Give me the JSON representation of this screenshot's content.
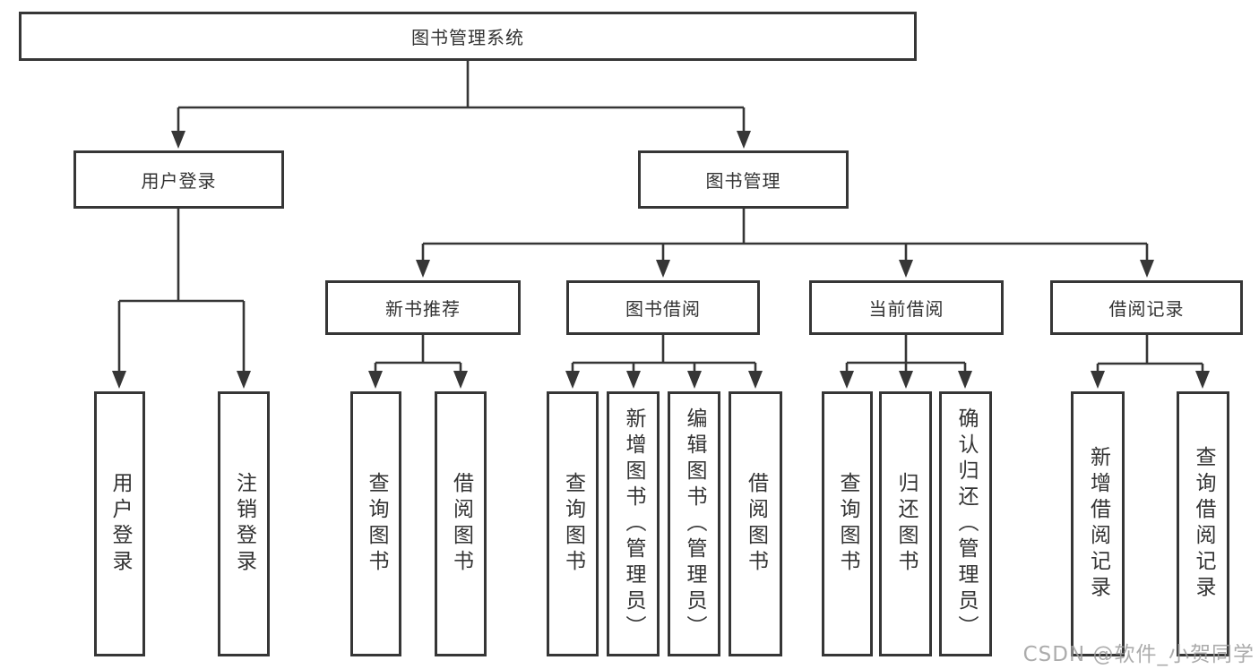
{
  "tree": {
    "label": "图书管理系统",
    "children": [
      {
        "label": "用户登录",
        "children": [
          {
            "label": "用户登录"
          },
          {
            "label": "注销登录"
          }
        ]
      },
      {
        "label": "图书管理",
        "children": [
          {
            "label": "新书推荐",
            "children": [
              {
                "label": "查询图书"
              },
              {
                "label": "借阅图书"
              }
            ]
          },
          {
            "label": "图书借阅",
            "children": [
              {
                "label": "查询图书"
              },
              {
                "label": "新增图书（管理员）"
              },
              {
                "label": "编辑图书（管理员）"
              },
              {
                "label": "借阅图书"
              }
            ]
          },
          {
            "label": "当前借阅",
            "children": [
              {
                "label": "查询图书"
              },
              {
                "label": "归还图书"
              },
              {
                "label": "确认归还（管理员）"
              }
            ]
          },
          {
            "label": "借阅记录",
            "children": [
              {
                "label": "新增借阅记录"
              },
              {
                "label": "查询借阅记录"
              }
            ]
          }
        ]
      }
    ]
  },
  "watermark": "CSDN @软件_小贺同学",
  "colors": {
    "line": "#363636",
    "text": "#333333",
    "box_background": "#ffffff",
    "watermark": "#9e9e9e"
  }
}
